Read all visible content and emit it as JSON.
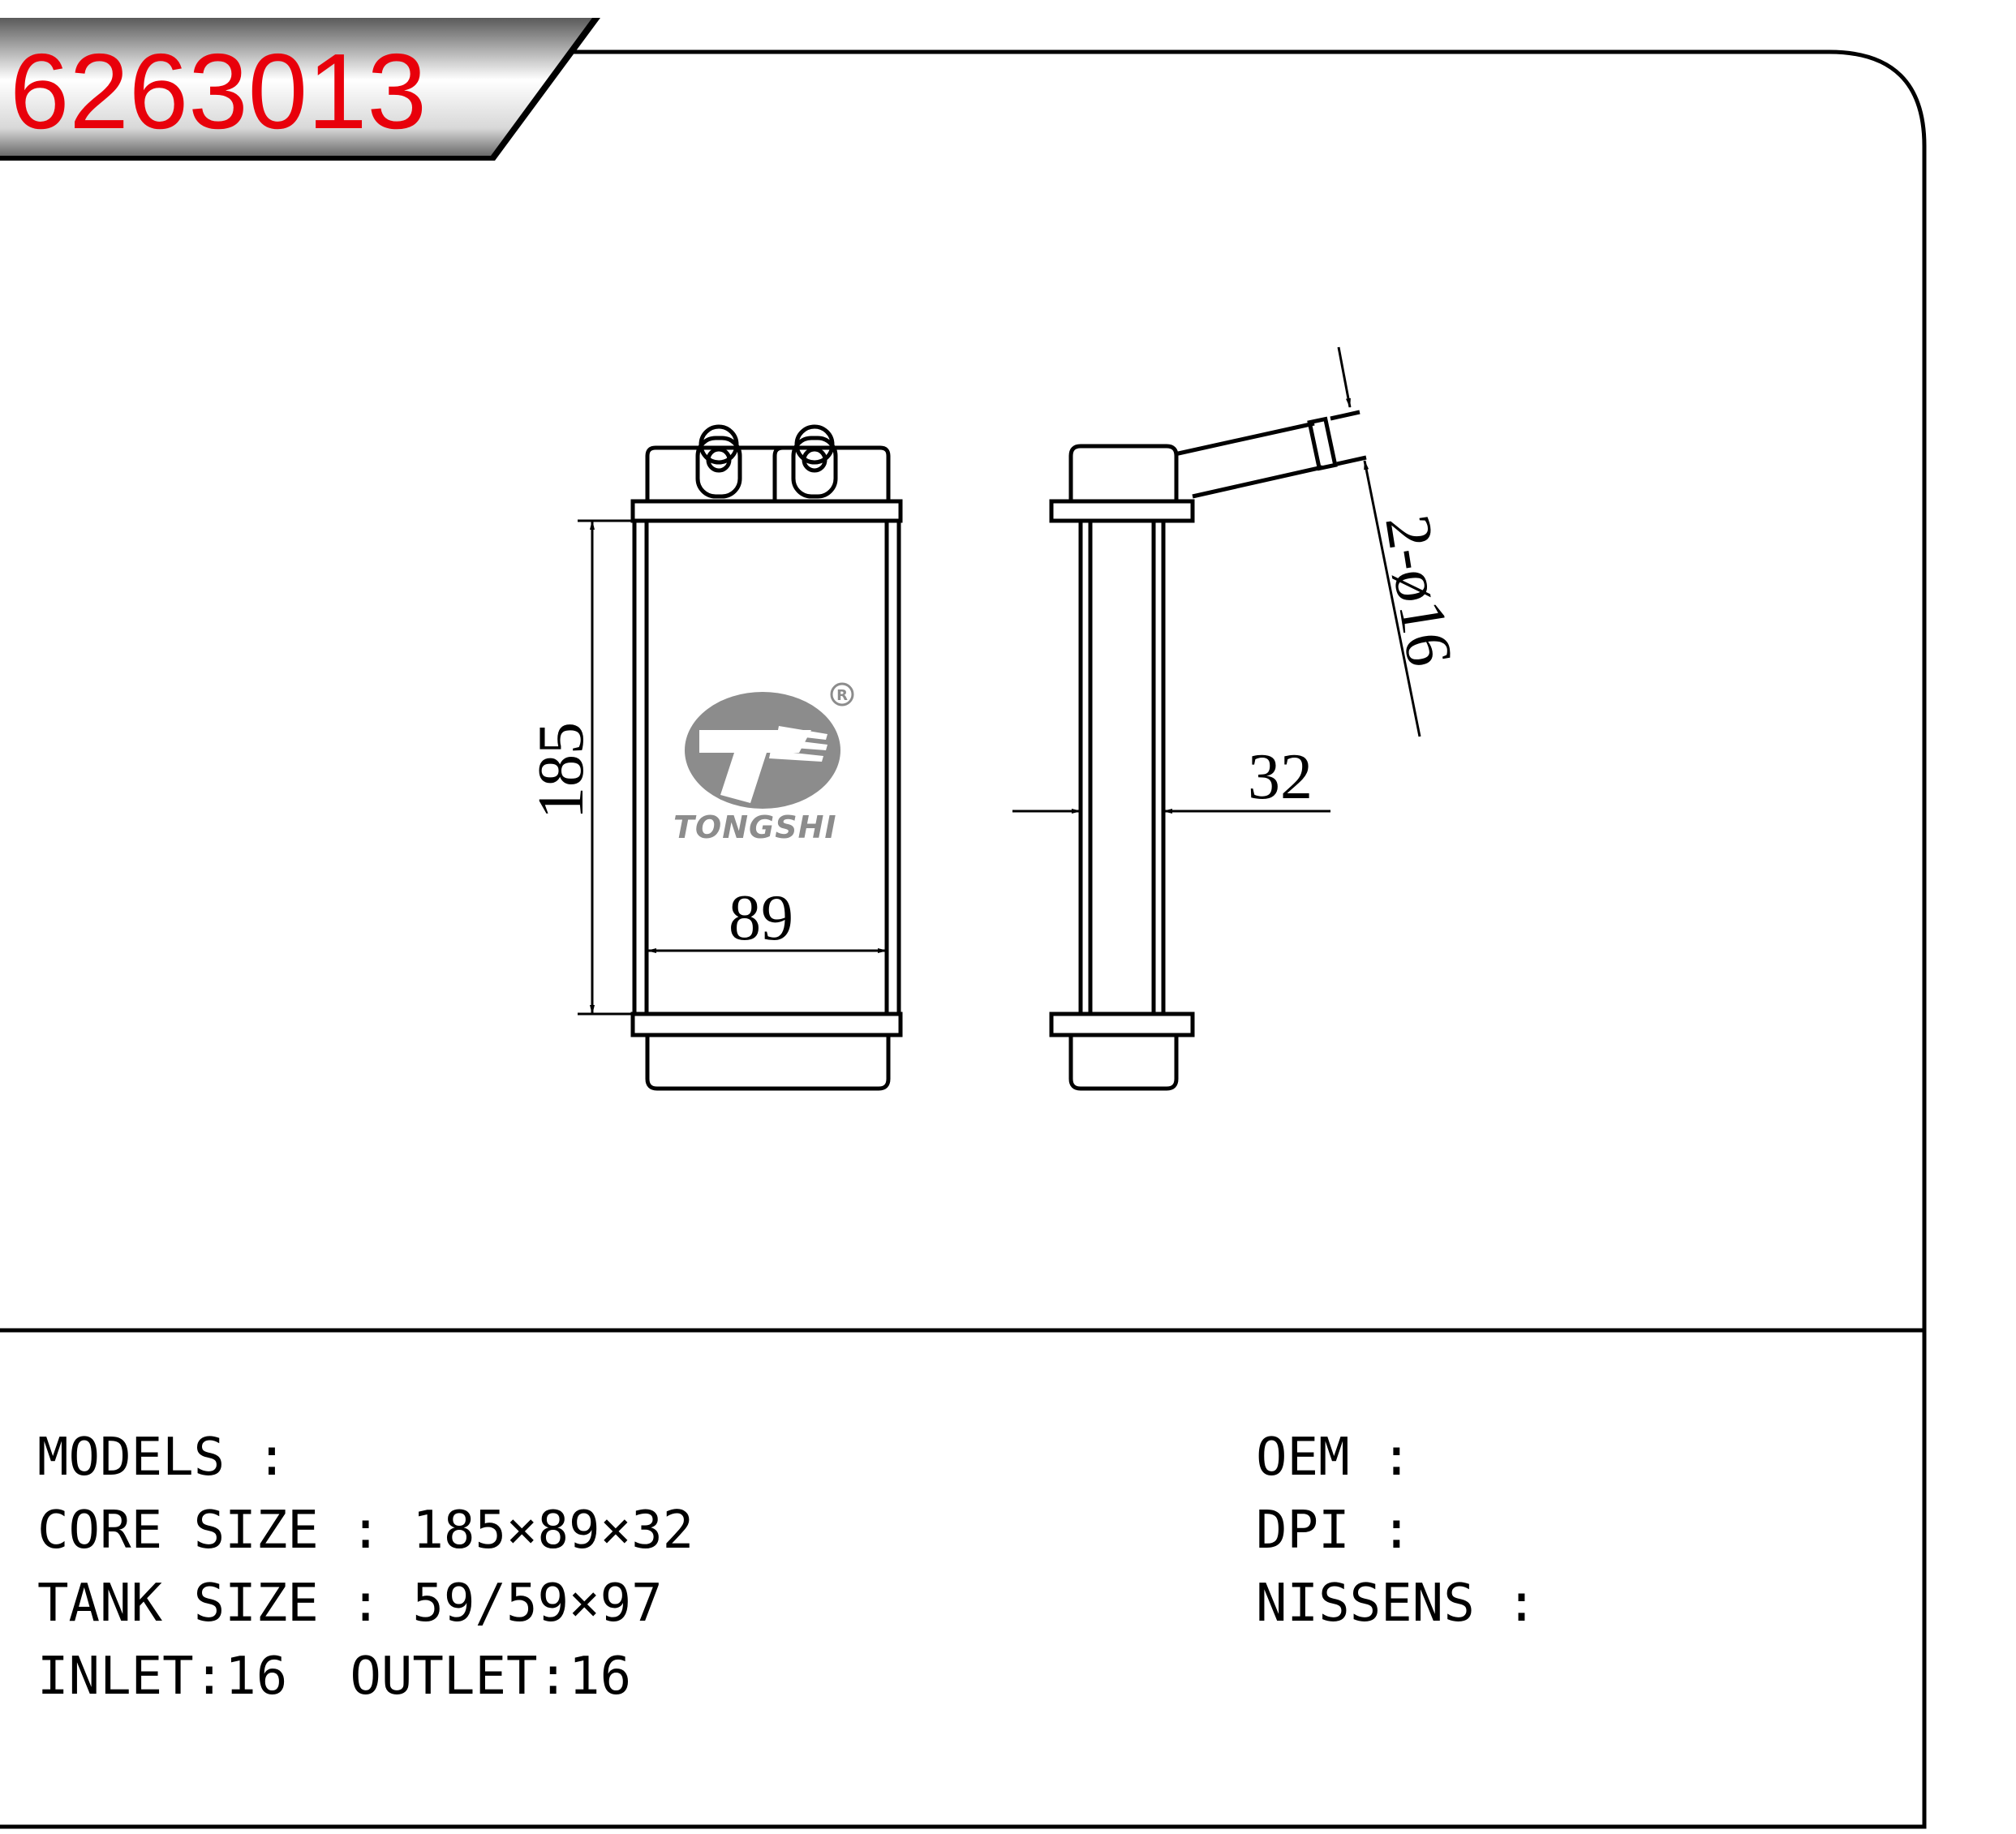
{
  "part_number": "6263013",
  "brand": {
    "name": "TONGSHI",
    "registered_mark": "R",
    "logo_icon": "tongshi-logo-icon"
  },
  "dimensions": {
    "height": "185",
    "width": "89",
    "thickness": "32",
    "pipe": "2-ø16"
  },
  "specs": {
    "models": "MODELS :",
    "core_size": "CORE SIZE : 185×89×32",
    "tank_size": "TANK SIZE : 59/59×97",
    "inlet_outlet": "INLET:16  OUTLET:16",
    "oem": "OEM :",
    "dpi": "DPI :",
    "nissens": "NISSENS :"
  },
  "colors": {
    "part_number": "#e8000b",
    "line": "#000000",
    "logo": "#8c8c8c"
  }
}
